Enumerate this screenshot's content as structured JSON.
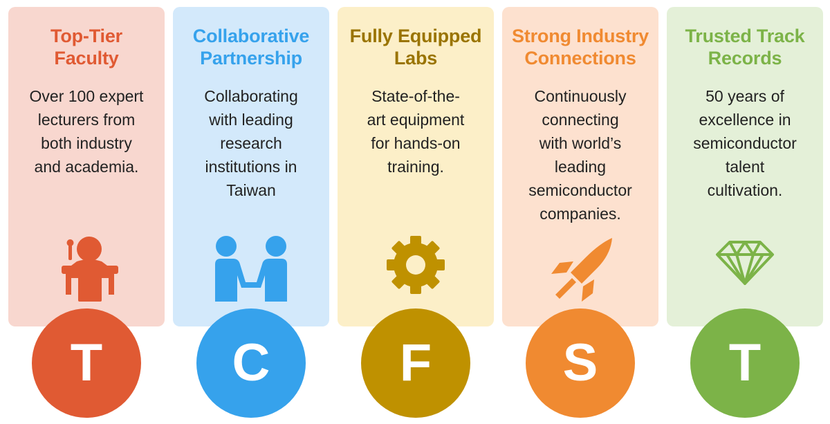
{
  "colors": {
    "faculty": "#e05a33",
    "partnership": "#36a2ec",
    "labs": "#bf9100",
    "industry": "#f08a31",
    "records": "#7cb348"
  },
  "columns": [
    {
      "title_lines": [
        "Top-Tier",
        "Faculty"
      ],
      "desc_lines": [
        "Over 100 expert",
        "lecturers from",
        "both industry",
        "and academia."
      ],
      "icon": "lecturer-podium-icon",
      "letter": "T"
    },
    {
      "title_lines": [
        "Collaborative",
        "Partnership"
      ],
      "desc_lines": [
        "Collaborating",
        "with leading",
        "research",
        "institutions in",
        "Taiwan"
      ],
      "icon": "handshake-icon",
      "letter": "C"
    },
    {
      "title_lines": [
        "Fully Equipped",
        "Labs"
      ],
      "desc_lines": [
        "State-of-the-",
        "art equipment",
        "for hands-on",
        "training."
      ],
      "icon": "gear-icon",
      "letter": "F"
    },
    {
      "title_lines": [
        "Strong Industry",
        "Connections"
      ],
      "desc_lines": [
        "Continuously",
        "connecting",
        "with world’s",
        "leading",
        "semiconductor",
        "companies."
      ],
      "icon": "rocket-icon",
      "letter": "S"
    },
    {
      "title_lines": [
        "Trusted Track",
        "Records"
      ],
      "desc_lines": [
        "50 years of",
        "excellence in",
        "semiconductor",
        "talent",
        "cultivation."
      ],
      "icon": "diamond-icon",
      "letter": "T"
    }
  ]
}
